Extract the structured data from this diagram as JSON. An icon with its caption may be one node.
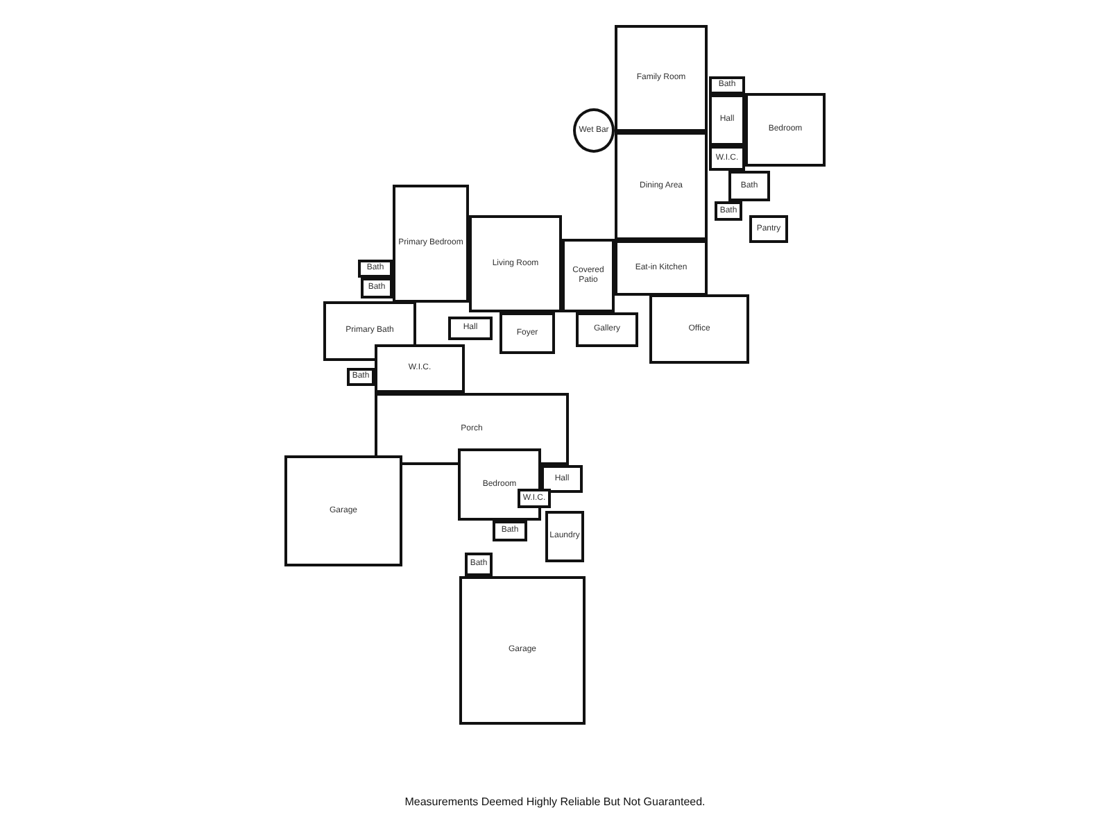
{
  "diagram": {
    "caption": "Measurements Deemed Highly Reliable But Not Guaranteed.",
    "nodes": [
      {
        "text": [
          "Family Room"
        ]
      },
      {
        "text": [
          "Wet Bar"
        ]
      },
      {
        "text": [
          "Bath"
        ]
      },
      {
        "text": [
          "Hall"
        ]
      },
      {
        "text": [
          "Bedroom"
        ]
      },
      {
        "text": [
          "W.I.C."
        ]
      },
      {
        "text": [
          "Bath"
        ]
      },
      {
        "text": [
          "Dining Area"
        ]
      },
      {
        "text": [
          "Bath"
        ]
      },
      {
        "text": [
          "Pantry"
        ]
      },
      {
        "text": [
          "Primary Bedroom"
        ]
      },
      {
        "text": [
          "Bath"
        ]
      },
      {
        "text": [
          "Bath"
        ]
      },
      {
        "text": [
          "Living Room"
        ]
      },
      {
        "text": [
          "Covered Patio"
        ]
      },
      {
        "text": [
          "Eat-in Kitchen"
        ]
      },
      {
        "text": [
          "Primary Bath"
        ]
      },
      {
        "text": [
          "Hall"
        ]
      },
      {
        "text": [
          "Foyer"
        ]
      },
      {
        "text": [
          "Gallery"
        ]
      },
      {
        "text": [
          "Office"
        ]
      },
      {
        "text": [
          "W.I.C."
        ]
      },
      {
        "text": [
          "Bath"
        ]
      },
      {
        "text": [
          "Porch"
        ]
      },
      {
        "text": [
          "Garage"
        ]
      },
      {
        "text": [
          "Bedroom"
        ]
      },
      {
        "text": [
          "Hall"
        ]
      },
      {
        "text": [
          "W.I.C."
        ]
      },
      {
        "text": [
          "Bath"
        ]
      },
      {
        "text": [
          "Laundry"
        ]
      },
      {
        "text": [
          "Bath"
        ]
      },
      {
        "text": [
          "Garage"
        ]
      }
    ]
  }
}
